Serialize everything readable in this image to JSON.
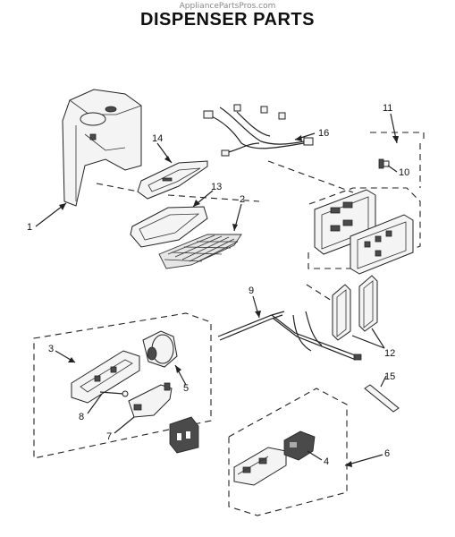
{
  "watermark": "AppliancePartsPros.com",
  "title": "DISPENSER PARTS",
  "callouts": {
    "c1": "1",
    "c2": "2",
    "c3": "3",
    "c4": "4",
    "c5": "5",
    "c6": "6",
    "c7": "7",
    "c8": "8",
    "c9": "9",
    "c10": "10",
    "c11": "11",
    "c12": "12",
    "c13": "13",
    "c14": "14",
    "c15": "15",
    "c16": "16"
  }
}
